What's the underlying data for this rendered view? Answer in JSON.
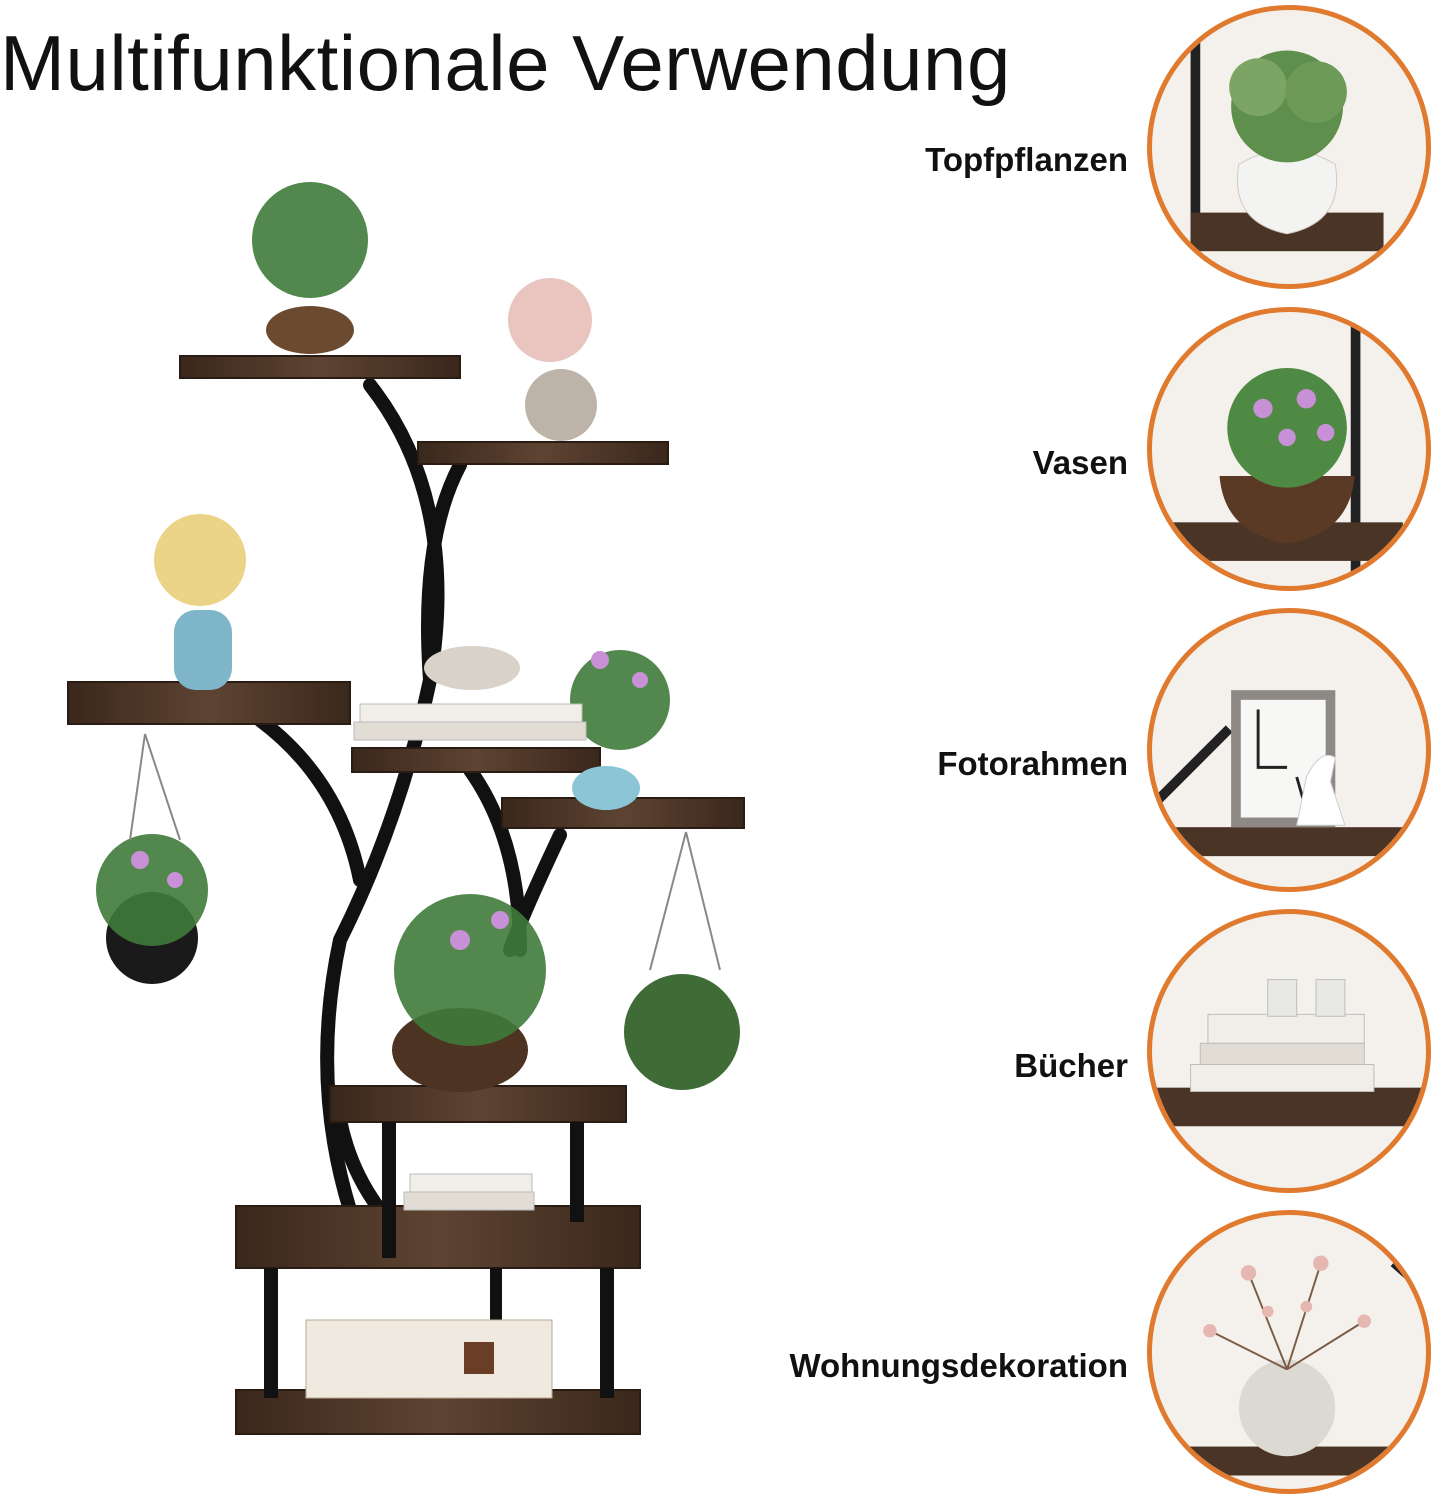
{
  "title": "Multifunktionale Verwendung",
  "uses": [
    {
      "label": "Topfpflanzen",
      "icon": "potted-plant-icon"
    },
    {
      "label": "Vasen",
      "icon": "vase-icon"
    },
    {
      "label": "Fotorahmen",
      "icon": "photo-frame-icon"
    },
    {
      "label": "Bücher",
      "icon": "books-icon"
    },
    {
      "label": "Wohnungsdekoration",
      "icon": "home-decor-icon"
    }
  ],
  "colors": {
    "accent": "#e07a2e",
    "wood": "#4a3426",
    "metal": "#111111"
  }
}
